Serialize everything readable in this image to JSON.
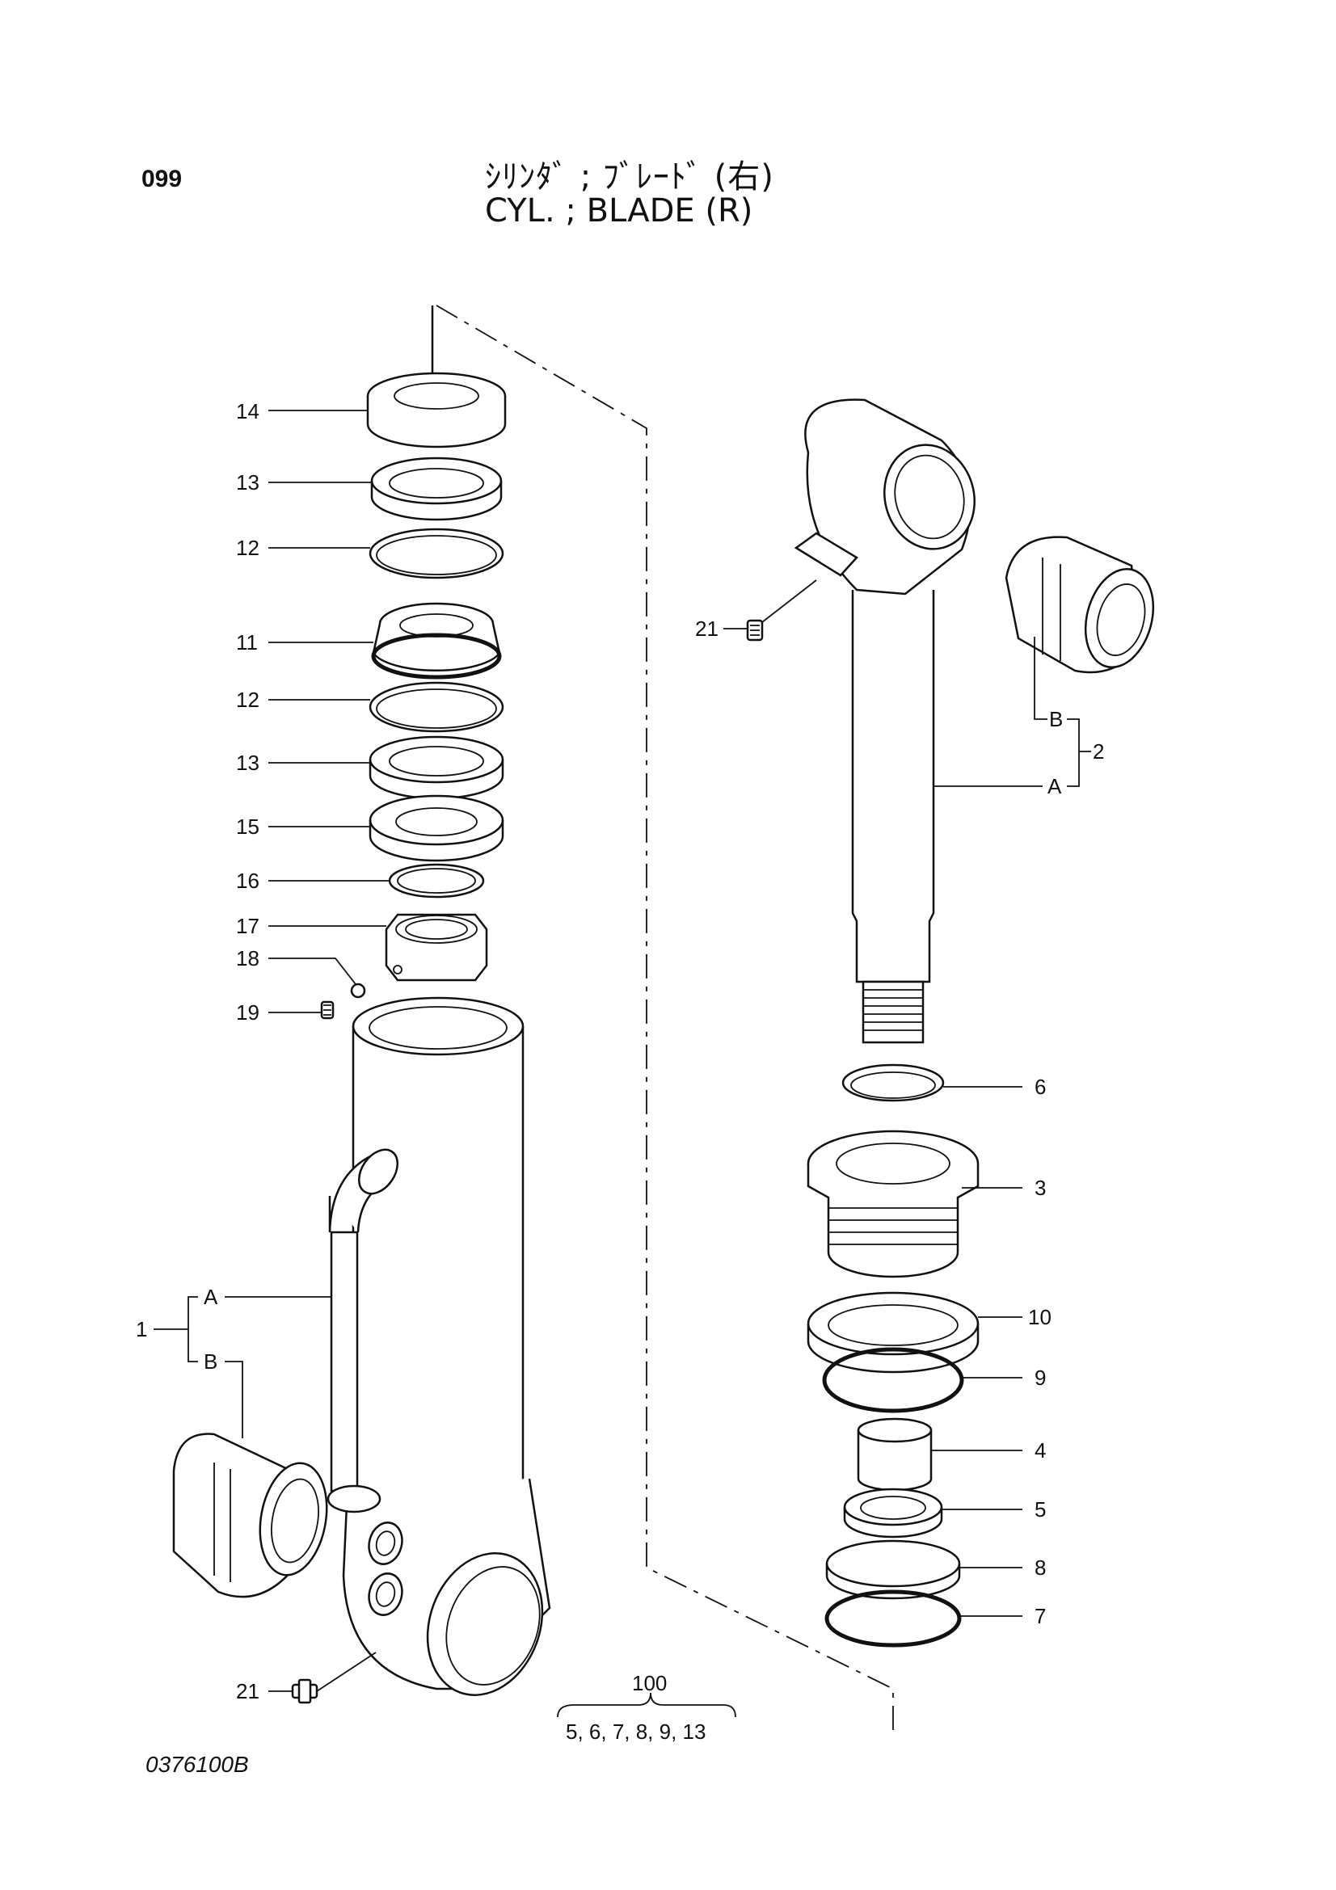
{
  "header": {
    "page_code": "099",
    "title_jp": "ｼﾘﾝﾀﾞ ; ﾌﾞﾚｰﾄﾞ (右)",
    "title_en": "CYL. ; BLADE (R)"
  },
  "callouts": {
    "c14": "14",
    "c13a": "13",
    "c12a": "12",
    "c11": "11",
    "c12b": "12",
    "c13b": "13",
    "c15": "15",
    "c16": "16",
    "c17": "17",
    "c18": "18",
    "c19": "19",
    "c1": "1",
    "c1a": "A",
    "c1b": "B",
    "c21a": "21",
    "c21b": "21",
    "c2": "2",
    "c2a": "A",
    "c2b": "B",
    "c6": "6",
    "c3": "3",
    "c10": "10",
    "c9": "9",
    "c4": "4",
    "c5": "5",
    "c8": "8",
    "c7": "7"
  },
  "kit": {
    "number": "100",
    "contents": "5, 6, 7, 8, 9, 13"
  },
  "footer": {
    "drawing_code": "0376100B"
  }
}
